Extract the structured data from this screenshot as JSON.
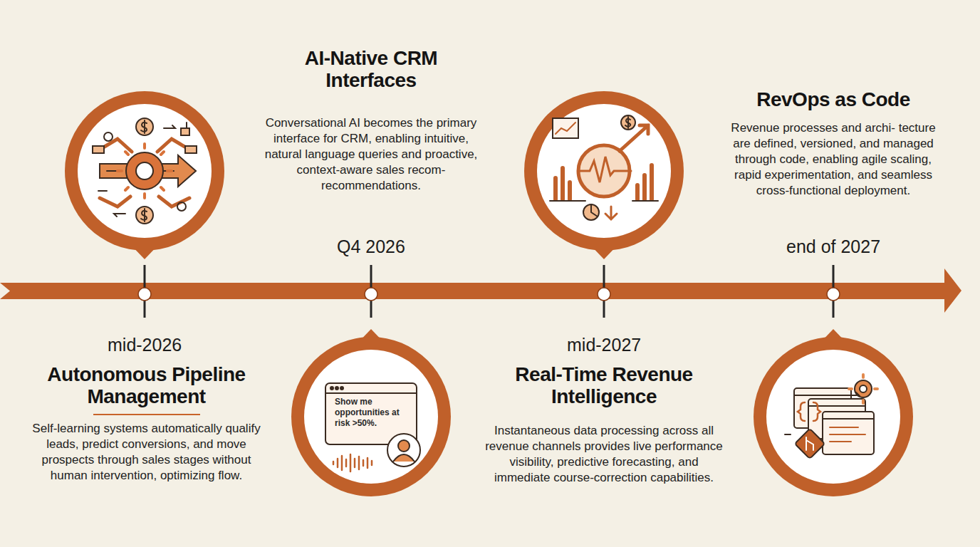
{
  "diagram": {
    "nodes": [
      {
        "text": [
          "Autonomous Pipeline Management",
          "Self-learning systems automatically qualify leads, predict conversions, and move prospects through sales stages without human intervention, optimizing flow."
        ]
      },
      {
        "text": [
          "AI-Native CRM Interfaces",
          "Conversational AI becomes the primary interface for CRM, enabling intuitive, natural language queries and proactive, context-aware sales recom- recommendations."
        ]
      },
      {
        "text": [
          "Real-Time Revenue Intelligence",
          "Instantaneous data processing across all revenue channels provides live performance visibility, predictive forecasting, and immediate course-correction capabilities."
        ]
      },
      {
        "text": [
          "RevOps as Code",
          "Revenue processes and archi- tecture are defined, versioned, and managed through code, enabling agile scaling, rapid experimentation, and seamless cross-functional deployment."
        ]
      }
    ],
    "labels": [
      "mid-2026",
      "Q4 2026",
      "mid-2027",
      "end of 2027",
      "Show me opportunities at risk >50%."
    ]
  }
}
